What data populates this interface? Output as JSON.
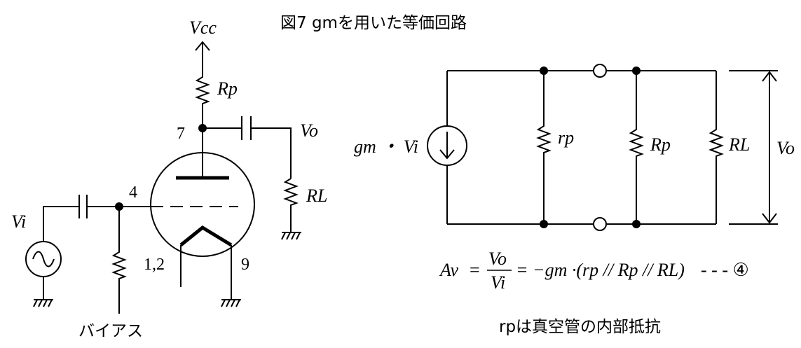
{
  "title": "図7  gmを用いた等価回路",
  "left_circuit": {
    "vcc": "Vcc",
    "rp": "Rp",
    "vo": "Vo",
    "rl": "RL",
    "vi": "Vi",
    "pin_plate": "7",
    "pin_grid": "4",
    "pin_heater": "1,2",
    "pin_cathode": "9",
    "bias": "バイアス"
  },
  "right_circuit": {
    "source": "gm ・ Vi",
    "rp_internal": "rp",
    "rp": "Rp",
    "rl": "RL",
    "vo": "Vo"
  },
  "equation": {
    "lhs": "Av",
    "eq1": "=",
    "numerator": "Vo",
    "denominator": "Vi",
    "rhs": "= −gm ·(rp // Rp // RL)",
    "tag": "- - - ④"
  },
  "note": "rpは真空管の内部抵抗"
}
